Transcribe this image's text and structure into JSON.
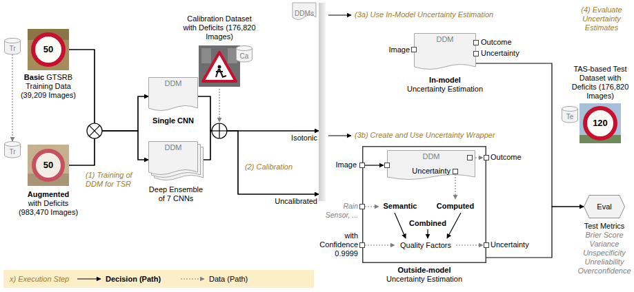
{
  "diagram": {
    "nodes": [
      {
        "text": [
          "Tr"
        ]
      },
      {
        "text": [
          "Basic",
          "GTSRB Training Data (39,209 Images)"
        ]
      },
      {
        "text": [
          "Tr"
        ]
      },
      {
        "text": [
          "Augmented",
          "with Deficits (983,470 Images)"
        ]
      },
      {
        "text": [
          "DDM",
          "Single CNN"
        ]
      },
      {
        "text": [
          "DDM",
          "Deep Ensemble of 7 CNNs"
        ]
      },
      {
        "text": [
          "Calibration Dataset with Deficits (176,820 Images)"
        ]
      },
      {
        "text": [
          "Ca"
        ]
      },
      {
        "text": [
          "DDMs"
        ]
      },
      {
        "text": [
          "DDM",
          "In-model",
          "Uncertainty Estimation"
        ]
      },
      {
        "text": [
          "Outside-model",
          "Uncertainty Estimation"
        ]
      },
      {
        "text": [
          "DDM"
        ],
        "in": 10
      },
      {
        "text": [
          "TAS-based Test Dataset with Deficits (176,820 Images)"
        ]
      },
      {
        "text": [
          "Te"
        ]
      },
      {
        "text": [
          "Eval",
          "Test Metrics",
          "Brier Score Variance Unspecificity Unreliability Overconfidence"
        ]
      }
    ],
    "edges": [
      {
        "from": 0,
        "to": 2,
        "arrow": "to"
      },
      {
        "from": 1,
        "to": 4,
        "arrow": "to"
      },
      {
        "from": 1,
        "to": 5,
        "arrow": "to"
      },
      {
        "from": 3,
        "to": 4,
        "arrow": "to"
      },
      {
        "from": 3,
        "to": 5,
        "arrow": "to"
      },
      {
        "from": 4,
        "to": 8,
        "label": "Isotonic",
        "arrow": "to"
      },
      {
        "from": 5,
        "to": 8,
        "arrow": "to"
      },
      {
        "from": 4,
        "to": 8,
        "label": "Uncalibrated",
        "arrow": "to"
      },
      {
        "from": 5,
        "to": 8,
        "arrow": "to"
      },
      {
        "from": 9,
        "to": 14,
        "arrow": "to"
      },
      {
        "from": 10,
        "to": 14,
        "arrow": "to"
      }
    ],
    "labels": [
      "(1) Training of DDM for TSR",
      "(2) Calibration",
      "(3a) Use In-Model Uncertainty Estimation",
      "Image",
      "Outcome",
      "Uncertainty",
      "(3b) Create and Use Uncertainty Wrapper",
      "Image",
      "Outcome",
      "Uncertainty",
      "Computed",
      "Rain Sensor, ...",
      "Semantic",
      "Combined",
      "Quality Factors",
      "Uncertainty",
      "with Confidence 0.9999",
      "(4) Evaluate Uncertainty Estimates",
      "50",
      "50",
      "120"
    ],
    "legend": [
      {
        "text": "x) Execution Step"
      },
      {
        "text": "Decision (Path)"
      },
      {
        "text": "Data (Path)"
      }
    ]
  }
}
